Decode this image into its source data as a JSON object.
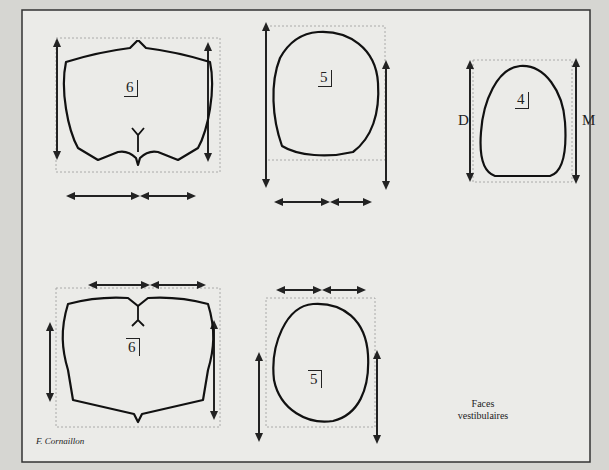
{
  "diagram": {
    "caption": "Faces vestibulaires",
    "nodes": [
      {
        "text": [
          "6"
        ]
      },
      {
        "text": [
          "5"
        ]
      },
      {
        "text": [
          "4"
        ]
      },
      {
        "text": [
          "6"
        ]
      },
      {
        "text": [
          "5"
        ]
      }
    ],
    "labels": [
      "D",
      "M",
      "F. Cornaillon"
    ]
  }
}
